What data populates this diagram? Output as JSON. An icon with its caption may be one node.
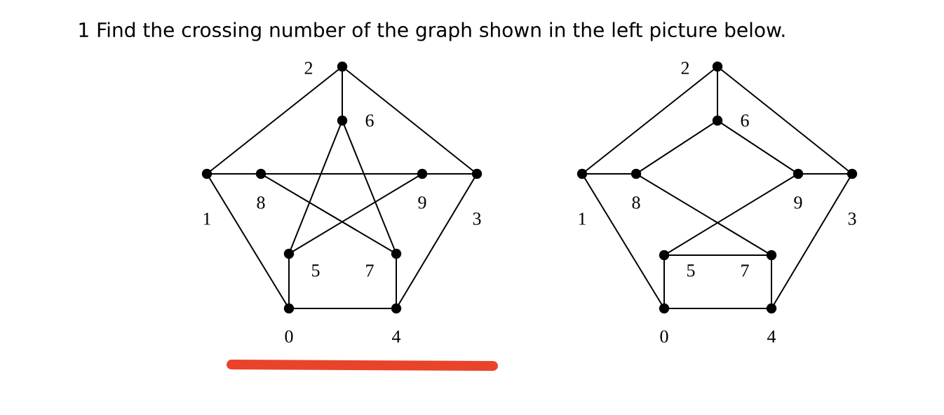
{
  "diagram": {
    "title": "1 Find the crossing number of the graph shown in the left picture below.",
    "nodes": [
      {
        "text": [],
        "shape": "circle",
        "beside": [
          "0"
        ]
      },
      {
        "text": [],
        "shape": "circle",
        "beside": [
          "1"
        ]
      },
      {
        "text": [],
        "shape": "circle",
        "beside": [
          "2"
        ]
      },
      {
        "text": [],
        "shape": "circle",
        "beside": [
          "3"
        ]
      },
      {
        "text": [],
        "shape": "circle",
        "beside": [
          "4"
        ]
      },
      {
        "text": [],
        "shape": "circle",
        "beside": [
          "5"
        ]
      },
      {
        "text": [],
        "shape": "circle",
        "beside": [
          "6"
        ]
      },
      {
        "text": [],
        "shape": "circle",
        "beside": [
          "7"
        ]
      },
      {
        "text": [],
        "shape": "circle",
        "beside": [
          "8"
        ]
      },
      {
        "text": [],
        "shape": "circle",
        "beside": [
          "9"
        ]
      },
      {
        "text": [],
        "shape": "circle",
        "beside": [
          "0"
        ]
      },
      {
        "text": [],
        "shape": "circle",
        "beside": [
          "1"
        ]
      },
      {
        "text": [],
        "shape": "circle",
        "beside": [
          "2"
        ]
      },
      {
        "text": [],
        "shape": "circle",
        "beside": [
          "3"
        ]
      },
      {
        "text": [],
        "shape": "circle",
        "beside": [
          "4"
        ]
      },
      {
        "text": [],
        "shape": "circle",
        "beside": [
          "5"
        ]
      },
      {
        "text": [],
        "shape": "circle",
        "beside": [
          "6"
        ]
      },
      {
        "text": [],
        "shape": "circle",
        "beside": [
          "7"
        ]
      },
      {
        "text": [],
        "shape": "circle",
        "beside": [
          "8"
        ]
      },
      {
        "text": [],
        "shape": "circle",
        "beside": [
          "9"
        ]
      }
    ],
    "edges": [
      {
        "from": 0,
        "to": 1,
        "arrow": "none"
      },
      {
        "from": 1,
        "to": 2,
        "arrow": "none"
      },
      {
        "from": 2,
        "to": 3,
        "arrow": "none"
      },
      {
        "from": 3,
        "to": 4,
        "arrow": "none"
      },
      {
        "from": 4,
        "to": 0,
        "arrow": "none"
      },
      {
        "from": 0,
        "to": 5,
        "arrow": "none"
      },
      {
        "from": 1,
        "to": 8,
        "arrow": "none"
      },
      {
        "from": 2,
        "to": 6,
        "arrow": "none"
      },
      {
        "from": 3,
        "to": 9,
        "arrow": "none"
      },
      {
        "from": 4,
        "to": 7,
        "arrow": "none"
      },
      {
        "from": 5,
        "to": 6,
        "arrow": "none"
      },
      {
        "from": 6,
        "to": 7,
        "arrow": "none"
      },
      {
        "from": 7,
        "to": 8,
        "arrow": "none"
      },
      {
        "from": 8,
        "to": 9,
        "arrow": "none"
      },
      {
        "from": 9,
        "to": 5,
        "arrow": "none"
      },
      {
        "from": 10,
        "to": 11,
        "arrow": "none"
      },
      {
        "from": 11,
        "to": 12,
        "arrow": "none"
      },
      {
        "from": 12,
        "to": 13,
        "arrow": "none"
      },
      {
        "from": 13,
        "to": 14,
        "arrow": "none"
      },
      {
        "from": 14,
        "to": 10,
        "arrow": "none"
      },
      {
        "from": 10,
        "to": 15,
        "arrow": "none"
      },
      {
        "from": 11,
        "to": 18,
        "arrow": "none"
      },
      {
        "from": 12,
        "to": 16,
        "arrow": "none"
      },
      {
        "from": 13,
        "to": 19,
        "arrow": "none"
      },
      {
        "from": 14,
        "to": 17,
        "arrow": "none"
      },
      {
        "from": 16,
        "to": 18,
        "arrow": "none"
      },
      {
        "from": 16,
        "to": 19,
        "arrow": "none"
      },
      {
        "from": 18,
        "to": 17,
        "arrow": "none"
      },
      {
        "from": 19,
        "to": 15,
        "arrow": "none"
      },
      {
        "from": 15,
        "to": 17,
        "arrow": "none"
      }
    ]
  }
}
